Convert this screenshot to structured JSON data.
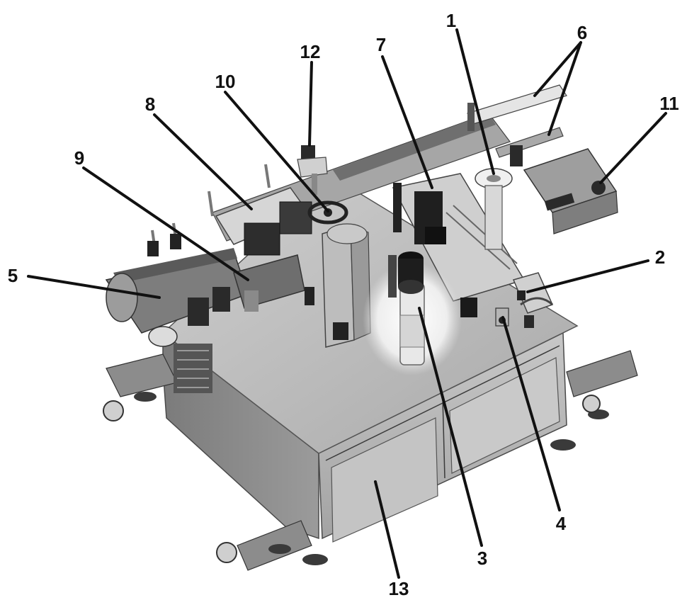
{
  "callouts": [
    {
      "id": "1",
      "label": "1"
    },
    {
      "id": "2",
      "label": "2"
    },
    {
      "id": "3",
      "label": "3"
    },
    {
      "id": "4",
      "label": "4"
    },
    {
      "id": "5",
      "label": "5"
    },
    {
      "id": "6",
      "label": "6"
    },
    {
      "id": "7",
      "label": "7"
    },
    {
      "id": "8",
      "label": "8"
    },
    {
      "id": "9",
      "label": "9"
    },
    {
      "id": "10",
      "label": "10"
    },
    {
      "id": "11",
      "label": "11"
    },
    {
      "id": "12",
      "label": "12"
    },
    {
      "id": "13",
      "label": "13"
    }
  ],
  "colors": {
    "ink": "#111111",
    "frame": "#9a9a9a",
    "dark_parts": "#2a2a2a",
    "highlight_glow": "#f4f4f4"
  }
}
